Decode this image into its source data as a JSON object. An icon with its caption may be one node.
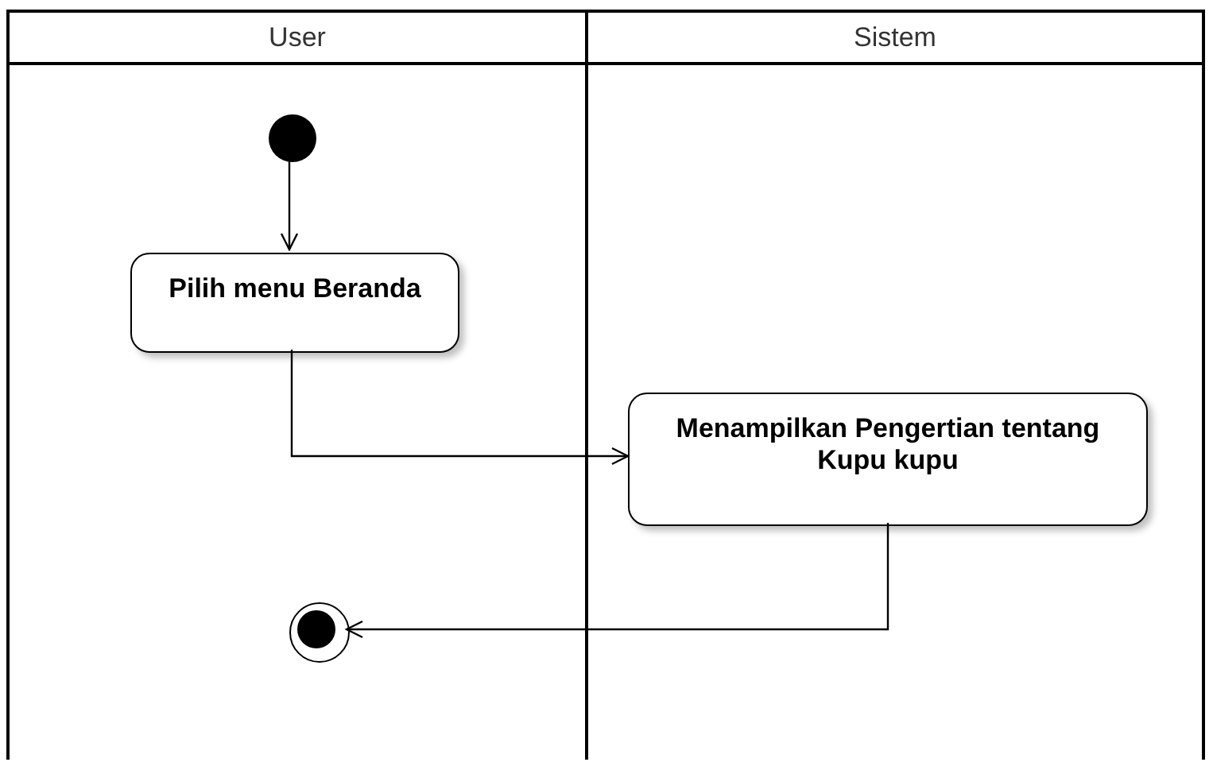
{
  "diagram": {
    "nodes": [
      {
        "text": [
          "User"
        ]
      },
      {
        "text": [
          "Sistem"
        ]
      },
      {
        "text": [],
        "shape": "circle",
        "in": 0
      },
      {
        "text": [
          "Pilih menu Beranda"
        ],
        "in": 0
      },
      {
        "text": [
          "Menampilkan Pengertian tentang Kupu kupu"
        ],
        "in": 1
      },
      {
        "text": [],
        "shape": "circle",
        "in": 0
      }
    ],
    "edges": [
      {
        "from": 2,
        "to": 3,
        "arrow": "to"
      },
      {
        "from": 3,
        "to": 4,
        "arrow": "to"
      },
      {
        "from": 4,
        "to": 5,
        "arrow": "to"
      }
    ]
  }
}
